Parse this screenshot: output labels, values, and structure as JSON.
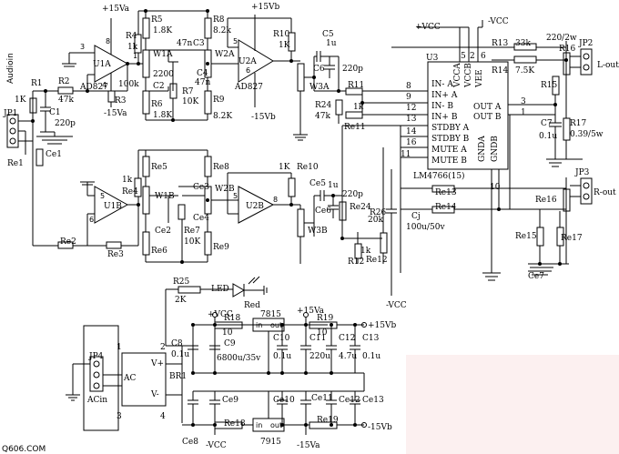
{
  "source_watermark": "Q606.COM",
  "labels": {
    "audioin": "Audioin",
    "jp1": "JP1",
    "jp2": "JP2",
    "jp3": "JP3",
    "jp4": "JP4",
    "re1": "Re1",
    "r1": "R1",
    "r1v": "1K",
    "r2": "R2",
    "r2v": "47k",
    "r3": "R3",
    "r4": "R4",
    "r4v": "1k",
    "r4b": "R4",
    "c1": "C1",
    "c1v": "220p",
    "ce1": "Ce1",
    "u1a": "U1A",
    "ad827a": "AD827",
    "ad827b": "AD827",
    "pv15va": "+15Va",
    "nv15va": "-15Va",
    "pv15vb": "+15Vb",
    "nv15vb": "-15Vb",
    "r100k": "100k",
    "r5": "R5",
    "r5v": "1.8K",
    "r6": "R6",
    "r6v": "1.8K",
    "w1a": "W1A",
    "c2": "C2",
    "c2v": "2200",
    "c3": "C3",
    "c3v": "47n",
    "c4": "C4",
    "c4v": "47n",
    "r7": "R7",
    "r7v": "10K",
    "r8": "R8",
    "r8v": "8.2k",
    "r9": "R9",
    "r9v": "8.2K",
    "w2a": "W2A",
    "u2a": "U2A",
    "r10": "R10",
    "r10v": "1K",
    "c5": "C5",
    "c5v": "1u",
    "c6": "C6",
    "c6v": "220p",
    "w3a": "W3A",
    "r24": "R24",
    "r24v": "47k",
    "r11": "R11",
    "r11v": "1k",
    "re11": "Re11",
    "u3": "U3",
    "in_a_neg": "IN- A",
    "in_a_pos": "IN+ A",
    "in_b_neg": "IN- B",
    "in_b_pos": "IN+ B",
    "stdby_a": "STDBY A",
    "stdby_b": "STDBY B",
    "mute_a": "MUTE A",
    "mute_b": "MUTE B",
    "vcca": "VCCA",
    "vccb": "VCCB",
    "vee": "VEE",
    "out_a": "OUT A",
    "out_b": "OUT B",
    "gnda": "GNDA",
    "gndb": "GNDB",
    "lm4766": "LM4766(15)",
    "pin8": "8",
    "pin9": "9",
    "pin12": "12",
    "pin13": "13",
    "pin14": "14",
    "pin16": "16",
    "pin11": "11",
    "pin3": "3",
    "pin1": "1",
    "pin10": "10",
    "pin5": "5",
    "pin2": "2",
    "pin6": "6",
    "pvcc": "+VCC",
    "nvcc": "-VCC",
    "r13": "R13",
    "r13v": "33k",
    "r14": "R14",
    "r14v": "7.5K",
    "r16": "R16",
    "r16v": "220/2w",
    "r15": "R15",
    "c7": "C7",
    "c7v": "0.1u",
    "r17": "R17",
    "r17v": "0.39/5w",
    "lout": "L-out",
    "rout": "R-out",
    "re5": "Re5",
    "re6": "Re6",
    "re4": "Re4",
    "re8": "Re8",
    "re9": "Re9",
    "u1b": "U1B",
    "w1b": "W1B",
    "ce2": "Ce2",
    "ce3": "Ce3",
    "ce4": "Ce4",
    "re7": "Re7",
    "re7v": "10K",
    "w2b": "W2B",
    "u2b": "U2B",
    "re10": "Re10",
    "re10v": "1K",
    "ce5": "Ce5",
    "ce5v": "1u",
    "ce6": "Ce6",
    "ce6v": "220p",
    "w3b": "W3B",
    "re24": "Re24",
    "re24v": "20k",
    "r12": "R12",
    "r12v": "1k",
    "re12": "Re12",
    "r26": "R26",
    "cj": "Cj",
    "cjv": "100u/50v",
    "re13": "Re13",
    "re14": "Re14",
    "re15": "Re15",
    "re16": "Re16",
    "re17": "Re17",
    "ce7": "Ce7",
    "re2": "Re2",
    "re3": "Re3",
    "re4v": "1k",
    "r25": "R25",
    "r25v": "2K",
    "led": "LED",
    "red": "Red",
    "v7815": "7815",
    "v7915": "7915",
    "in": "in",
    "out": "out",
    "r18": "R18",
    "r18v": "10",
    "r19": "R19",
    "r19v": "10",
    "c8": "C8",
    "c8v": "0.1u",
    "c9": "C9",
    "c9v": "6800u/35v",
    "c10": "C10",
    "c10v": "0.1u",
    "c11": "C11",
    "c11v": "220u",
    "c12": "C12",
    "c12v": "4.7u",
    "c13": "C13",
    "c13v": "0.1u",
    "ce8": "Ce8",
    "ce9": "Ce9",
    "ce10": "Ce10",
    "ce11": "Ce11",
    "ce12": "Ce12",
    "ce13": "Ce13",
    "re18": "Re18",
    "re19": "Re19",
    "ac": "AC",
    "acin": "ACin",
    "vplus": "V+",
    "vminus": "V-",
    "br1": "BR1",
    "n1": "1",
    "n2": "2",
    "n3": "3",
    "n4": "4"
  }
}
